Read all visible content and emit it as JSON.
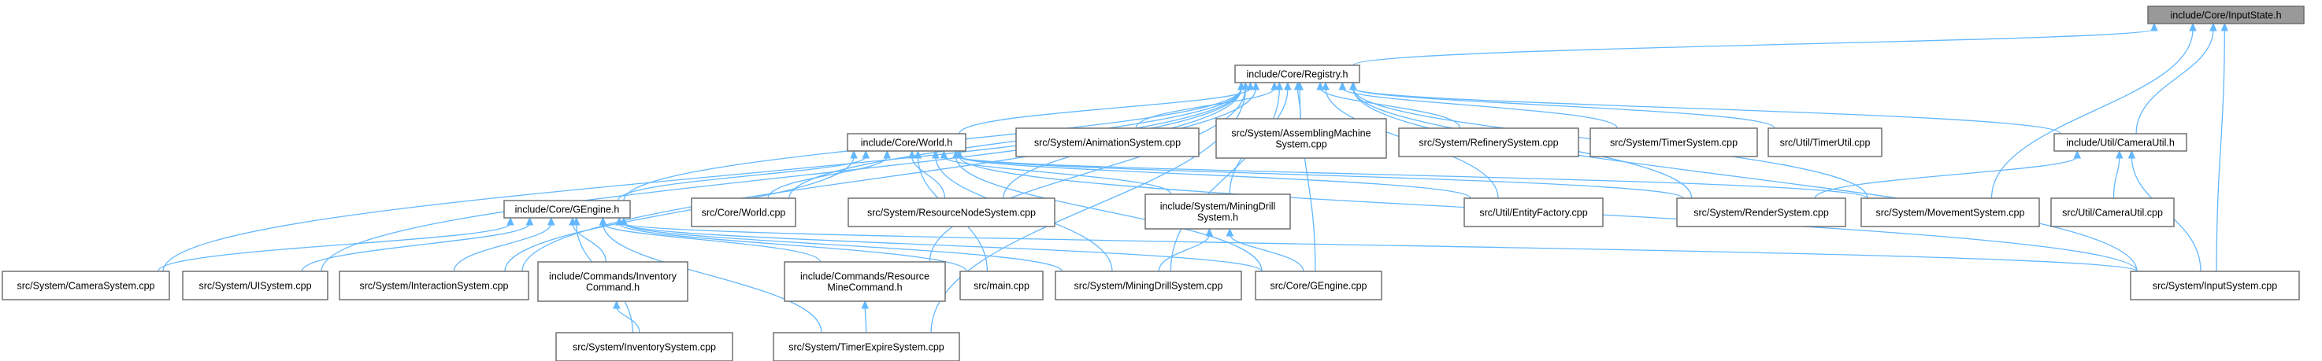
{
  "title": "",
  "colors": {
    "edge": "#63b8ff",
    "node_border": "#666666",
    "root_fill": "#999999",
    "node_fill": "#ffffff"
  },
  "nodes": {
    "inputstate": {
      "lines": [
        "include/Core/InputState.h"
      ],
      "root": true
    },
    "registry": {
      "lines": [
        "include/Core/Registry.h"
      ]
    },
    "world_h": {
      "lines": [
        "include/Core/World.h"
      ]
    },
    "anim": {
      "lines": [
        "src/System/AnimationSystem.cpp"
      ]
    },
    "assembling": {
      "lines": [
        "src/System/AssemblingMachine",
        "System.cpp"
      ]
    },
    "refinery": {
      "lines": [
        "src/System/RefinerySystem.cpp"
      ]
    },
    "timersys": {
      "lines": [
        "src/System/TimerSystem.cpp"
      ]
    },
    "timerutil": {
      "lines": [
        "src/Util/TimerUtil.cpp"
      ]
    },
    "camutil_h": {
      "lines": [
        "include/Util/CameraUtil.h"
      ]
    },
    "gengine_h": {
      "lines": [
        "include/Core/GEngine.h"
      ]
    },
    "world_cpp": {
      "lines": [
        "src/Core/World.cpp"
      ]
    },
    "resnode": {
      "lines": [
        "src/System/ResourceNodeSystem.cpp"
      ]
    },
    "miningdrill_h": {
      "lines": [
        "include/System/MiningDrill",
        "System.h"
      ]
    },
    "entityfactory": {
      "lines": [
        "src/Util/EntityFactory.cpp"
      ]
    },
    "render": {
      "lines": [
        "src/System/RenderSystem.cpp"
      ]
    },
    "movement": {
      "lines": [
        "src/System/MovementSystem.cpp"
      ]
    },
    "camutil_cpp": {
      "lines": [
        "src/Util/CameraUtil.cpp"
      ]
    },
    "camsys": {
      "lines": [
        "src/System/CameraSystem.cpp"
      ]
    },
    "uisys": {
      "lines": [
        "src/System/UISystem.cpp"
      ]
    },
    "interaction": {
      "lines": [
        "src/System/InteractionSystem.cpp"
      ]
    },
    "invcmd_h": {
      "lines": [
        "include/Commands/Inventory",
        "Command.h"
      ]
    },
    "resmine_h": {
      "lines": [
        "include/Commands/Resource",
        "MineCommand.h"
      ]
    },
    "main": {
      "lines": [
        "src/main.cpp"
      ]
    },
    "miningdrill_cpp": {
      "lines": [
        "src/System/MiningDrillSystem.cpp"
      ]
    },
    "gengine_cpp": {
      "lines": [
        "src/Core/GEngine.cpp"
      ]
    },
    "inputsys": {
      "lines": [
        "src/System/InputSystem.cpp"
      ]
    },
    "inventory": {
      "lines": [
        "src/System/InventorySystem.cpp"
      ]
    },
    "timerexpire": {
      "lines": [
        "src/System/TimerExpireSystem.cpp"
      ]
    }
  }
}
